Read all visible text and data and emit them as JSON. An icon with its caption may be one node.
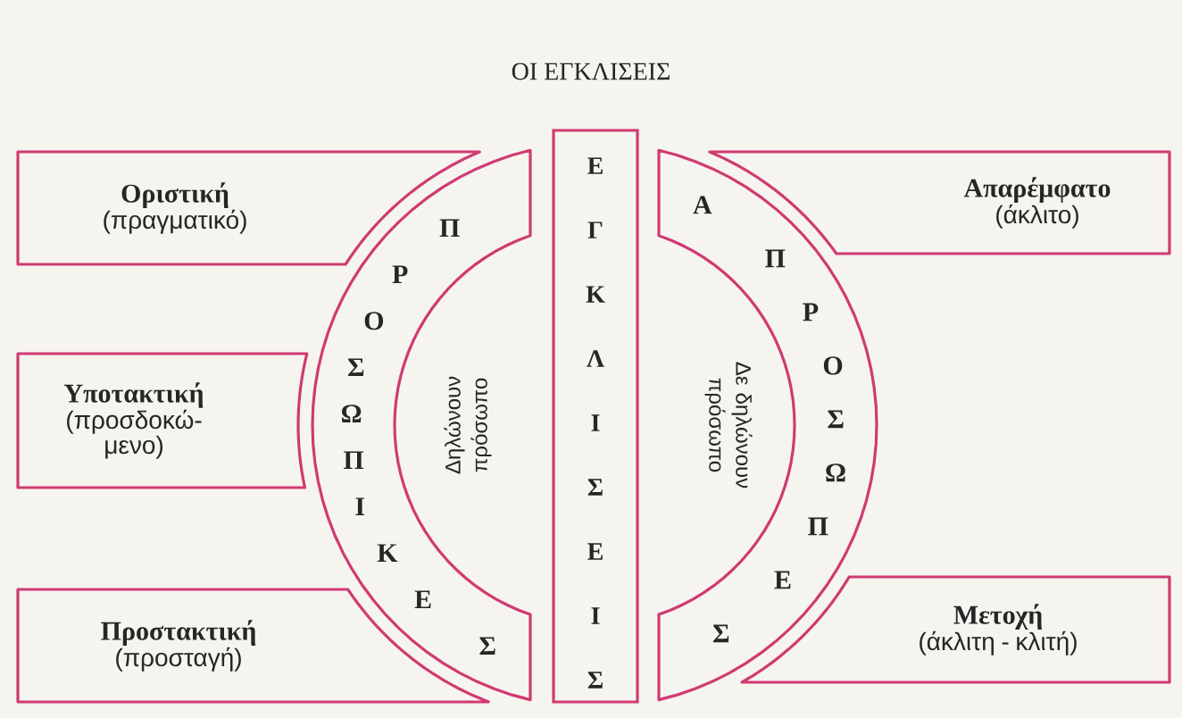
{
  "diagram": {
    "title": "ΟΙ ΕΓΚΛΙΣΕΙΣ",
    "nodes": [
      {
        "text": [
          "Οριστική",
          "(πραγματικό)"
        ]
      },
      {
        "text": [
          "Υποτακτική",
          "(προσδοκώ- μενο)"
        ]
      },
      {
        "text": [
          "Προστακτική",
          "(προσταγή)"
        ]
      },
      {
        "text": [
          "ΠΡΟΣΩΠΙΚΕΣ",
          "Δηλώνουν πρόσωπο"
        ]
      },
      {
        "text": [
          "ΕΓΚΛΙΣΕΙΣ"
        ]
      },
      {
        "text": [
          "ΑΠΡΟΣΩΠΕΣ",
          "Δε δηλώνουν πρόσωπο"
        ]
      },
      {
        "text": [
          "Απαρέμφατο",
          "(άκλιτο)"
        ]
      },
      {
        "text": [
          "Μετοχή",
          "(άκλιτη - κλιτή)"
        ]
      }
    ]
  }
}
